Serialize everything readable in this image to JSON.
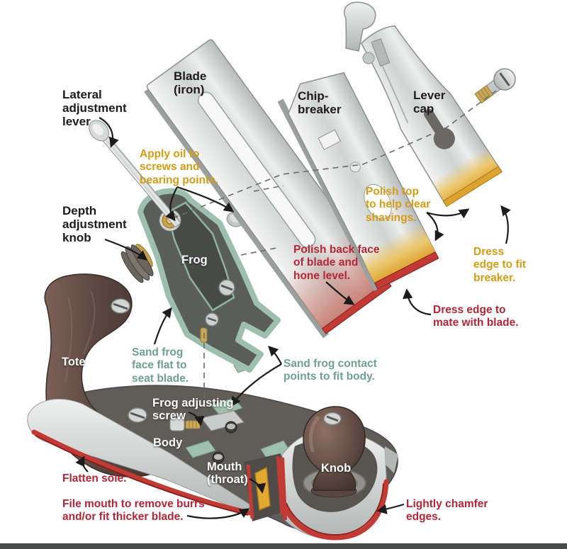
{
  "diagram": {
    "part_labels": {
      "lateral_lever": "Lateral\nadjustment\nlever",
      "blade": "Blade\n(iron)",
      "chipbreaker": "Chip-\nbreaker",
      "lever_cap": "Lever\ncap",
      "depth_knob": "Depth\nadjustment\nknob",
      "frog": "Frog",
      "tote": "Tote",
      "frog_adjusting_screw": "Frog adjusting\nscrew",
      "body": "Body",
      "mouth": "Mouth\n(throat)",
      "knob": "Knob"
    },
    "annotations": {
      "apply_oil": "Apply oil to\nscrews and\nbearing points.",
      "polish_top": "Polish top\nto help clear\nshavings.",
      "dress_edge_breaker": "Dress\nedge to fit\nbreaker.",
      "polish_back": "Polish back face\nof blade and\nhone level.",
      "dress_edge_blade": "Dress edge to\nmate with blade.",
      "sand_frog_face": "Sand frog\nface flat to\nseat blade.",
      "sand_frog_contact": "Sand frog contact\npoints to fit body.",
      "flatten_sole": "Flatten sole.",
      "file_mouth": "File mouth to remove burrs\nand/or fit thicker blade.",
      "chamfer_edges": "Lightly chamfer\nedges."
    },
    "annotation_colors": {
      "gold": "#d49c17",
      "red": "#b22737",
      "teal": "#6f9f91",
      "black": "#1e1b1a",
      "white": "#ffffff"
    },
    "part_colors": {
      "sole_edge_red": "#c23a33",
      "polished_edge_gold": "#dca32e",
      "frog_machined_green": "#9dbfad",
      "wood_brown": "#5d4a44",
      "brass": "#c9a85a",
      "metal_gray": "#c9cdcb"
    }
  }
}
